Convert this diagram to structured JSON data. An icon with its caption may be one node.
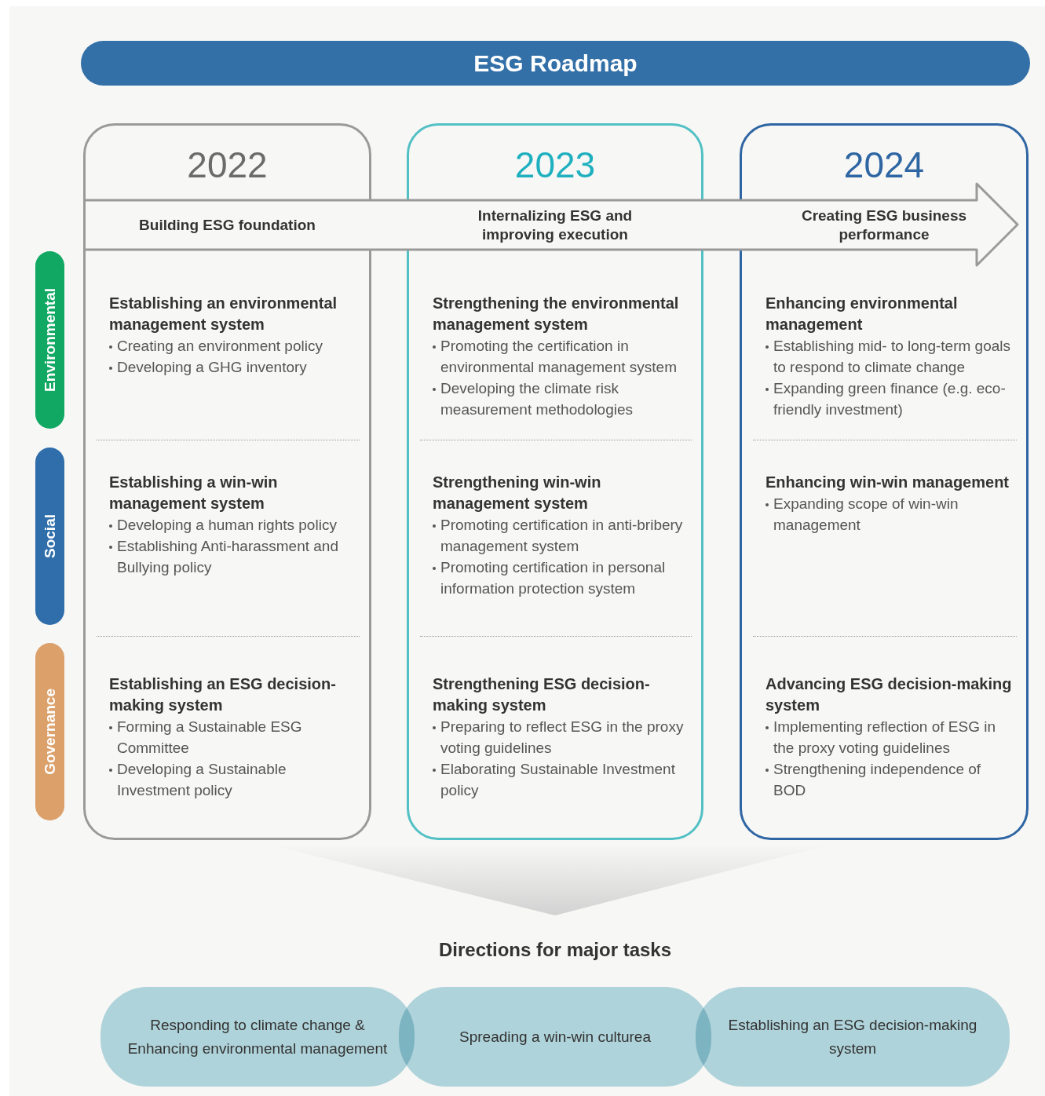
{
  "diagram": {
    "title": "ESG Roadmap",
    "nodes": [
      {
        "text": [
          "2022"
        ]
      },
      {
        "text": [
          "2023"
        ]
      },
      {
        "text": [
          "2024"
        ]
      },
      {
        "text": [
          "Building ESG foundation",
          "Internalizing ESG and improving execution",
          "Creating ESG business performance"
        ]
      },
      {
        "text": [
          "Environmental"
        ]
      },
      {
        "text": [
          "Social"
        ]
      },
      {
        "text": [
          "Governance"
        ]
      },
      {
        "text": [
          "Establishing an environmental management system",
          "Creating an environment policy",
          "Developing a GHG inventory"
        ],
        "in": 0
      },
      {
        "text": [
          "Establishing a win-win management system",
          "Developing a human rights policy",
          "Establishing Anti-harassment and Bullying policy"
        ],
        "in": 0
      },
      {
        "text": [
          "Establishing an ESG decision-making system",
          "Forming a Sustainable ESG Committee",
          "Developing a Sustainable Investment policy"
        ],
        "in": 0
      },
      {
        "text": [
          "Strengthening the environmental management system",
          "Promoting the certification in environmental management system",
          "Developing the climate risk measurement methodologies"
        ],
        "in": 1
      },
      {
        "text": [
          "Strengthening win-win management system",
          "Promoting certification in anti-bribery management system",
          "Promoting certification in personal information protection system"
        ],
        "in": 1
      },
      {
        "text": [
          "Strengthening ESG decision-making system",
          "Preparing to reflect ESG in the proxy voting guidelines",
          "Elaborating Sustainable Investment policy"
        ],
        "in": 1
      },
      {
        "text": [
          "Enhancing environmental management",
          "Establishing mid- to long-term goals to respond to climate change",
          "Expanding green finance (e.g. eco-friendly investment)"
        ],
        "in": 2
      },
      {
        "text": [
          "Enhancing win-win management",
          "Expanding scope of win-win management"
        ],
        "in": 2
      },
      {
        "text": [
          "Advancing ESG decision-making system",
          "Implementing reflection of ESG in the proxy voting guidelines",
          "Strengthening independence of BOD"
        ],
        "in": 2
      },
      {
        "text": [],
        "shape": "triangle"
      },
      {
        "text": [
          "Responding to climate change & Enhancing environmental management"
        ]
      },
      {
        "text": [
          "Spreading a win-win culturea"
        ]
      },
      {
        "text": [
          "Establishing an ESG decision-making system"
        ]
      }
    ],
    "labels": [
      "Directions for major tasks"
    ]
  }
}
